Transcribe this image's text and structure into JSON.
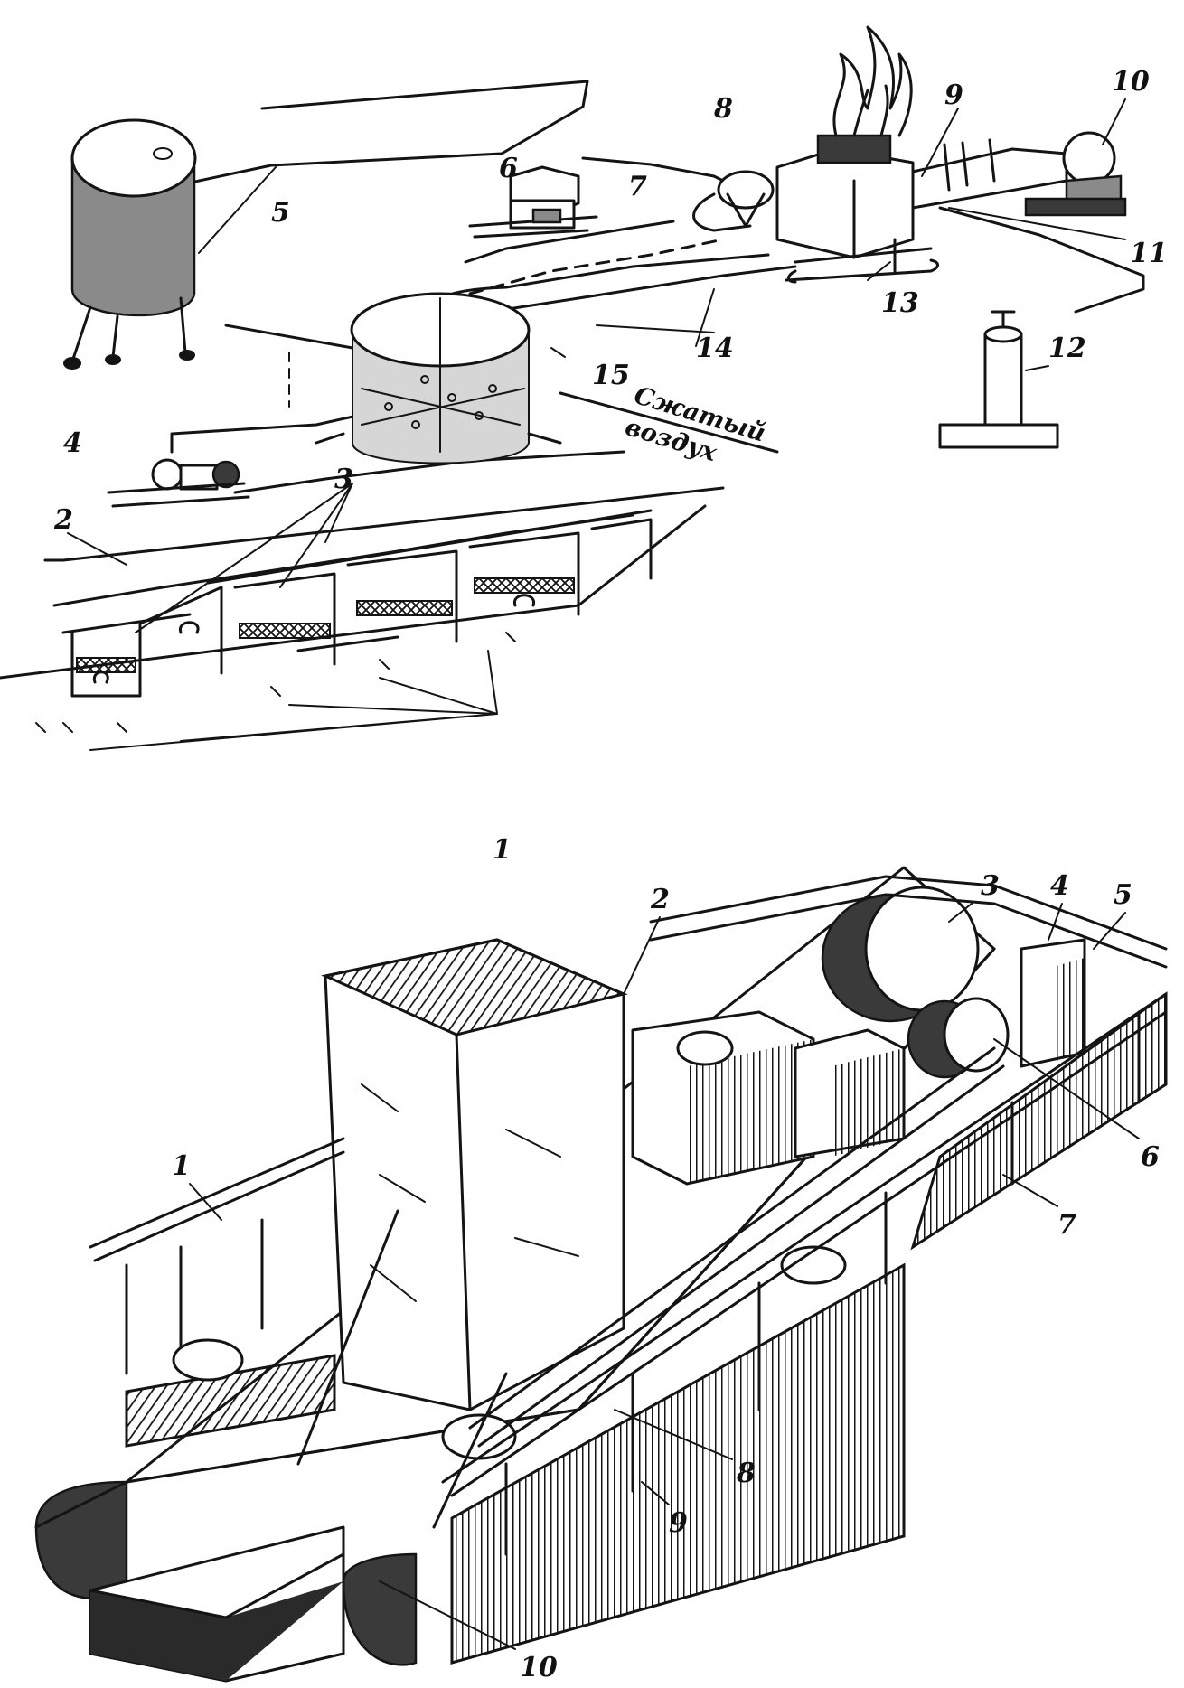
{
  "top_diagram": {
    "labels": [
      "1",
      "2",
      "3",
      "4",
      "5",
      "6",
      "7",
      "8",
      "9",
      "10",
      "11",
      "12",
      "13",
      "14",
      "15"
    ],
    "air_label_line1": "Сжатый",
    "air_label_line2": "воздух"
  },
  "bottom_diagram": {
    "labels": [
      "1",
      "2",
      "3",
      "4",
      "5",
      "6",
      "7",
      "8",
      "9",
      "10"
    ]
  }
}
